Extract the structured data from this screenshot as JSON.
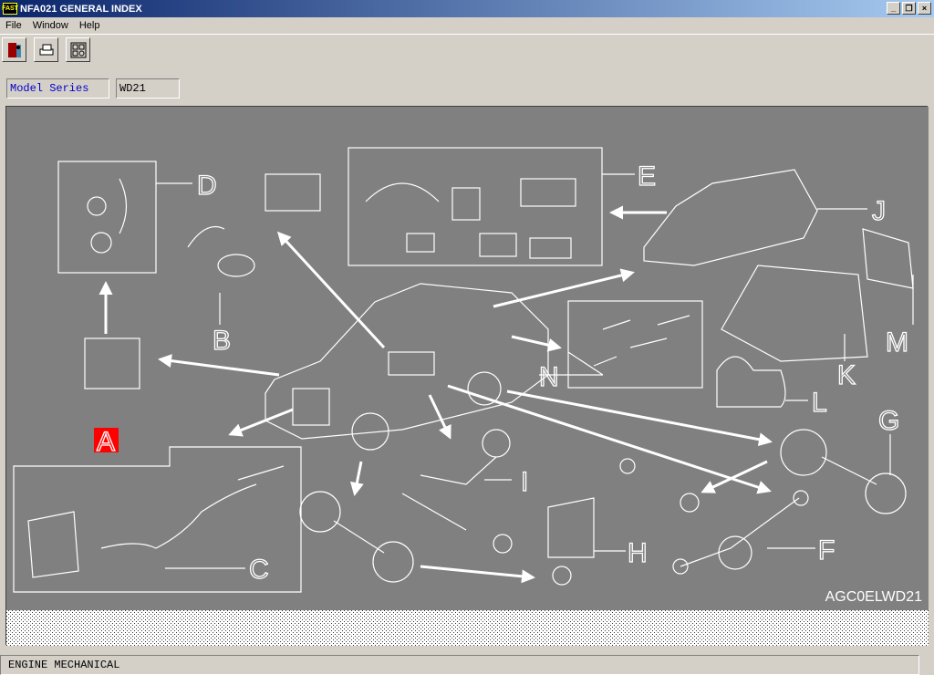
{
  "window": {
    "title": "NFA021 GENERAL INDEX",
    "icon_text": "FAST",
    "controls": [
      "_",
      "❐",
      "×"
    ]
  },
  "menu": [
    "File",
    "Window",
    "Help"
  ],
  "toolbar": [
    {
      "icon": "exit-door-icon"
    },
    {
      "icon": "print-icon"
    },
    {
      "icon": "index-grid-icon"
    }
  ],
  "model": {
    "label": "Model Series",
    "value": "WD21"
  },
  "diagram": {
    "callouts": [
      "A",
      "B",
      "C",
      "D",
      "E",
      "F",
      "G",
      "H",
      "I",
      "J",
      "K",
      "L",
      "M",
      "N"
    ],
    "selected": "A",
    "selected_color": "#ff0000",
    "code": "AGC0ELWD21"
  },
  "status": "ENGINE MECHANICAL"
}
